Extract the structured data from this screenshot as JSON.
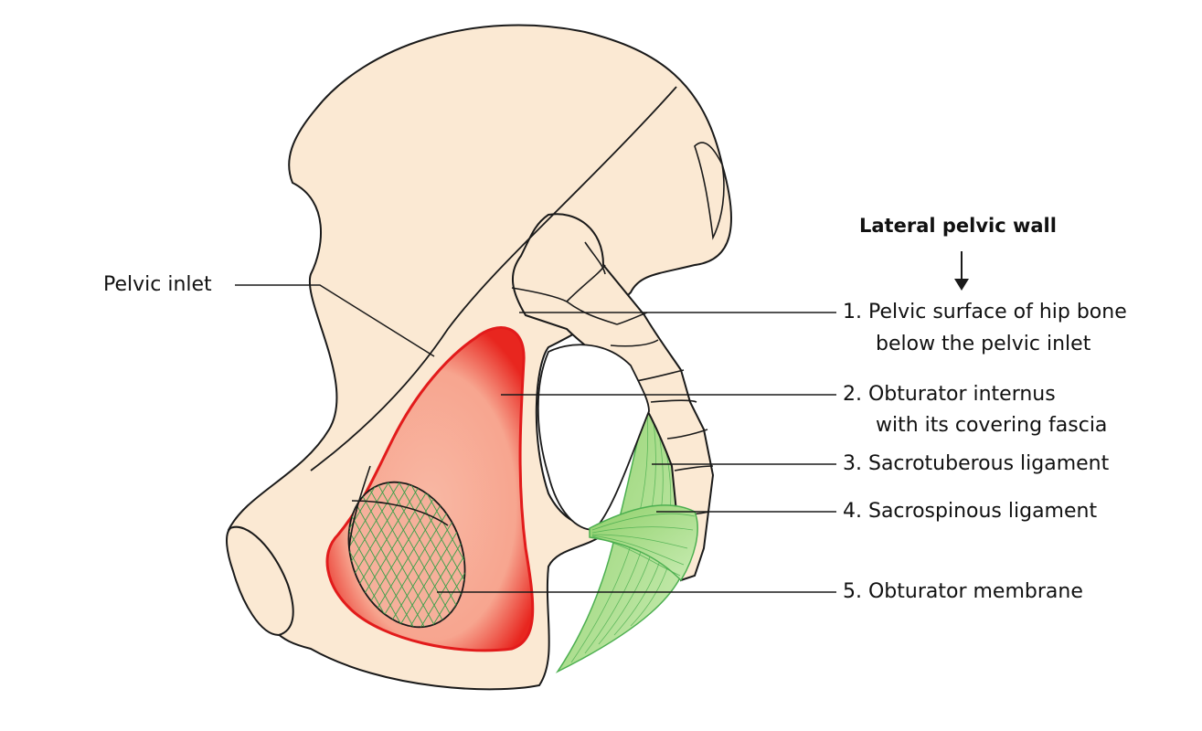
{
  "heading": "Lateral pelvic wall",
  "labels": {
    "pelvic_inlet": "Pelvic inlet",
    "item1_line1": "1. Pelvic surface of hip bone",
    "item1_line2": "below the pelvic inlet",
    "item2_line1": "2. Obturator internus",
    "item2_line2": "with its covering fascia",
    "item3": "3. Sacrotuberous ligament",
    "item4": "4. Sacrospinous ligament",
    "item5": "5. Obturator membrane"
  },
  "colors": {
    "bone": "#fbe9d3",
    "outline": "#1a1a1a",
    "muscle_fill": "#f8b9a6",
    "muscle_edge": "#e21b1b",
    "ligament": "#a8dc82",
    "ligament_line": "#4caf50",
    "membrane_mesh": "#3aa04a"
  }
}
